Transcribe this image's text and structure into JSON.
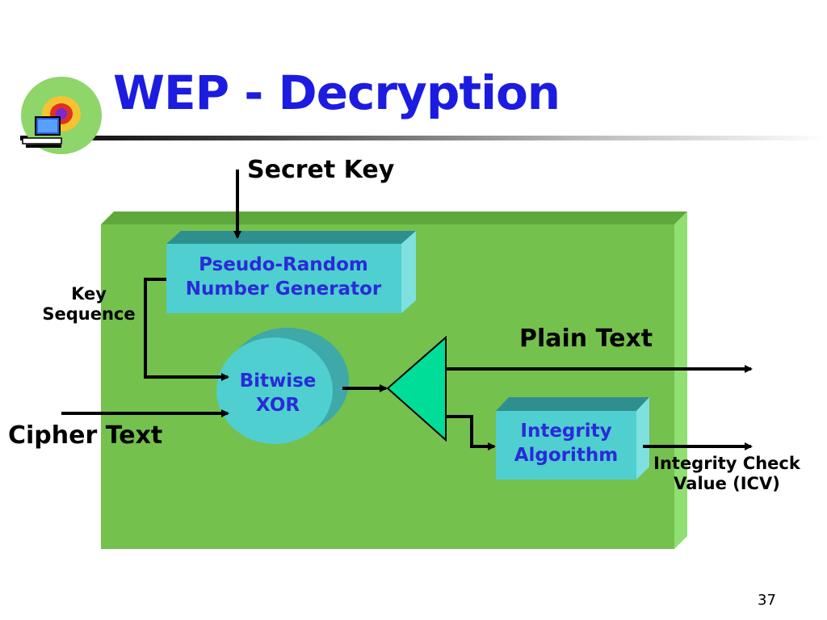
{
  "slide": {
    "title": "WEP - Decryption",
    "page_number": "37"
  },
  "diagram": {
    "input_secret_key": "Secret Key",
    "input_cipher_text": "Cipher Text",
    "key_sequence_label": "Key\nSequence",
    "prng": {
      "line1": "Pseudo-Random",
      "line2": "Number Generator"
    },
    "xor": {
      "line1": "Bitwise",
      "line2": "XOR"
    },
    "integrity": {
      "line1": "Integrity",
      "line2": "Algorithm"
    },
    "output_plain_text": "Plain Text",
    "output_icv": {
      "line1": "Integrity Check",
      "line2": "Value (ICV)"
    }
  },
  "colors": {
    "title": "#1c1ce0",
    "panel": "#74c14d",
    "box": "#4fcfcf",
    "box_text": "#2a2ad8",
    "splitter": "#00dd99"
  }
}
